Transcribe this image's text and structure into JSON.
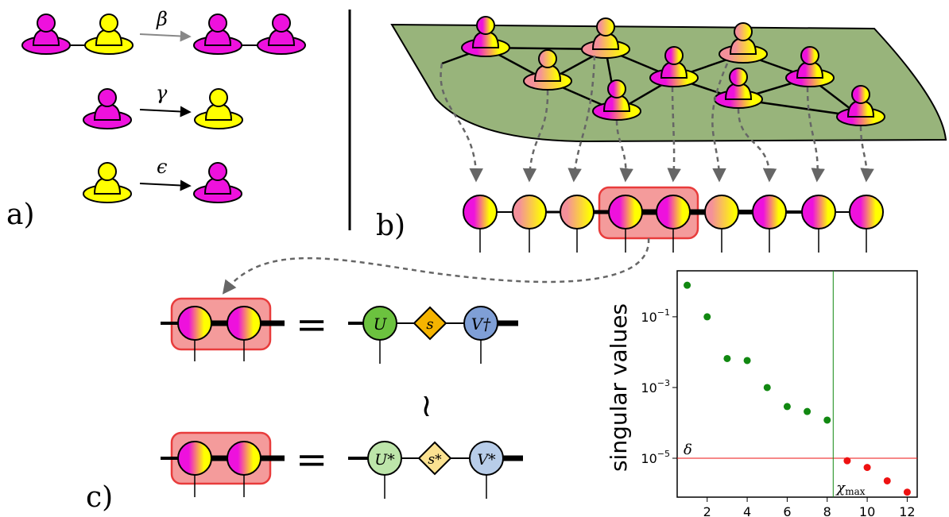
{
  "panels": {
    "a": "a)",
    "b": "b)",
    "c": "c)"
  },
  "reactions": [
    {
      "symbol": "β"
    },
    {
      "symbol": "γ"
    },
    {
      "symbol": "ϵ"
    }
  ],
  "equation": {
    "equals": "=",
    "approx": "≀",
    "top_tensors": [
      "U",
      "s",
      "V†"
    ],
    "bottom_tensors": [
      "U*",
      "s*",
      "V*"
    ]
  },
  "colors": {
    "magenta": "#ee11dd",
    "yellow": "#ffff00",
    "orange": "#f7a852",
    "plane": "#98b47b",
    "highlight": "#f49b9b",
    "highlight_border": "#e83c3c",
    "U": "#6cc23f",
    "s": "#f5b400",
    "Vdag": "#7f9fd6",
    "U_star": "#bde5aa",
    "s_star": "#fbe291",
    "V_star": "#b8cde9",
    "kept": "#118811",
    "discarded": "#ee1111"
  },
  "chart_data": {
    "type": "scatter",
    "title": "",
    "xlabel": "",
    "ylabel": "singular values",
    "yscale": "log",
    "xlim": [
      0.5,
      12.5
    ],
    "ylim_log10": [
      -6.1,
      0.3
    ],
    "xticks": [
      2,
      4,
      6,
      8,
      10,
      12
    ],
    "ytick_labels": [
      "10^-1",
      "10^-3",
      "10^-5"
    ],
    "grid": false,
    "series": [
      {
        "values": [
          [
            1,
            0.78
          ],
          [
            2,
            0.1
          ],
          [
            3,
            0.0066
          ],
          [
            4,
            0.0058
          ],
          [
            5,
            0.001
          ],
          [
            6,
            0.00029
          ],
          [
            7,
            0.00021
          ],
          [
            8,
            0.00012
          ]
        ]
      },
      {
        "values": [
          [
            9,
            8.5e-06
          ],
          [
            10,
            5.5e-06
          ],
          [
            11,
            2.3e-06
          ],
          [
            12,
            1.1e-06
          ]
        ]
      }
    ],
    "threshold_delta": 1e-05,
    "chi_max": 8.3,
    "annotations": {
      "delta": "δ",
      "chi_max": "χmax"
    }
  }
}
